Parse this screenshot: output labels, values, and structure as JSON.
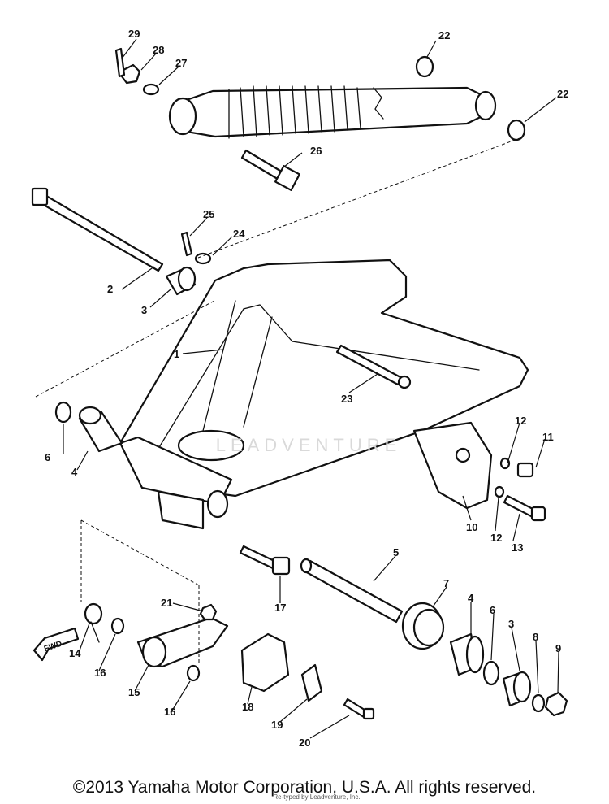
{
  "copyright": "©2013 Yamaha Motor Corporation, U.S.A. All rights reserved.",
  "credit": "Re-typed by Leadventure, Inc.",
  "watermark": "LEADVENTURE",
  "fwd_label": "FWD",
  "callouts": {
    "c1": "1",
    "c2": "2",
    "c3a": "3",
    "c3b": "3",
    "c4a": "4",
    "c4b": "4",
    "c5": "5",
    "c6a": "6",
    "c6b": "6",
    "c7": "7",
    "c8": "8",
    "c9": "9",
    "c10": "10",
    "c11": "11",
    "c12a": "12",
    "c12b": "12",
    "c13": "13",
    "c14": "14",
    "c15": "15",
    "c16a": "16",
    "c16b": "16",
    "c17": "17",
    "c18": "18",
    "c19": "19",
    "c20": "20",
    "c21": "21",
    "c22a": "22",
    "c22b": "22",
    "c23": "23",
    "c24": "24",
    "c25": "25",
    "c26": "26",
    "c27": "27",
    "c28": "28",
    "c29": "29"
  }
}
